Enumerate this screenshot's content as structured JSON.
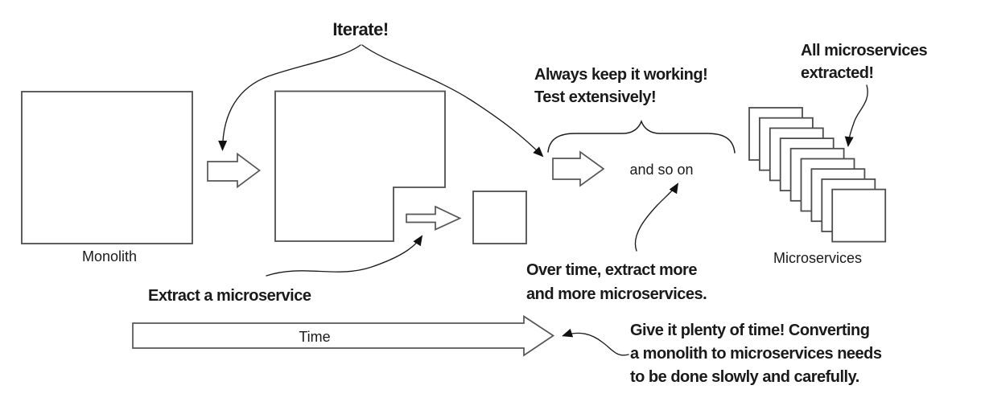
{
  "figure": {
    "description": "Monolith to microservices gradual extraction diagram"
  },
  "annotations": {
    "iterate": "Iterate!",
    "extract": "Extract a microservice",
    "always": {
      "lines": [
        "Always keep it working!",
        "Test extensively!"
      ]
    },
    "all_extracted": {
      "lines": [
        "All microservices",
        "extracted!"
      ]
    },
    "over_time": {
      "lines": [
        "Over time, extract more",
        "and more microservices."
      ]
    },
    "give_time": {
      "lines": [
        "Give it plenty of time! Converting",
        "a monolith to microservices needs",
        "to be done slowly and carefully."
      ]
    }
  },
  "labels": {
    "monolith": "Monolith",
    "and_so_on": "and so on",
    "microservices": "Microservices",
    "time": "Time"
  },
  "shapes": {
    "microservices_stack_count": 9
  },
  "colors": {
    "background": "#ffffff",
    "shape_stroke": "#4d4d4d",
    "annotation_stroke": "#1c1c1c",
    "text": "#1a1a1a"
  }
}
